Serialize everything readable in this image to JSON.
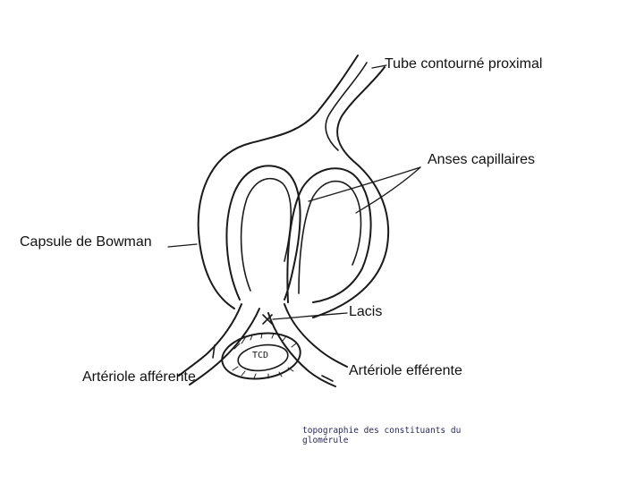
{
  "labels": {
    "tube": "Tube contourné proximal",
    "anses": "Anses capillaires",
    "capsule": "Capsule de Bowman",
    "lacis": "Lacis",
    "afferente": "Artériole afférente",
    "efferente": "Artériole efférente"
  },
  "caption": {
    "line1": "topographie des constituants du",
    "line2": "glomérule"
  },
  "tcd_mark": "TCD"
}
